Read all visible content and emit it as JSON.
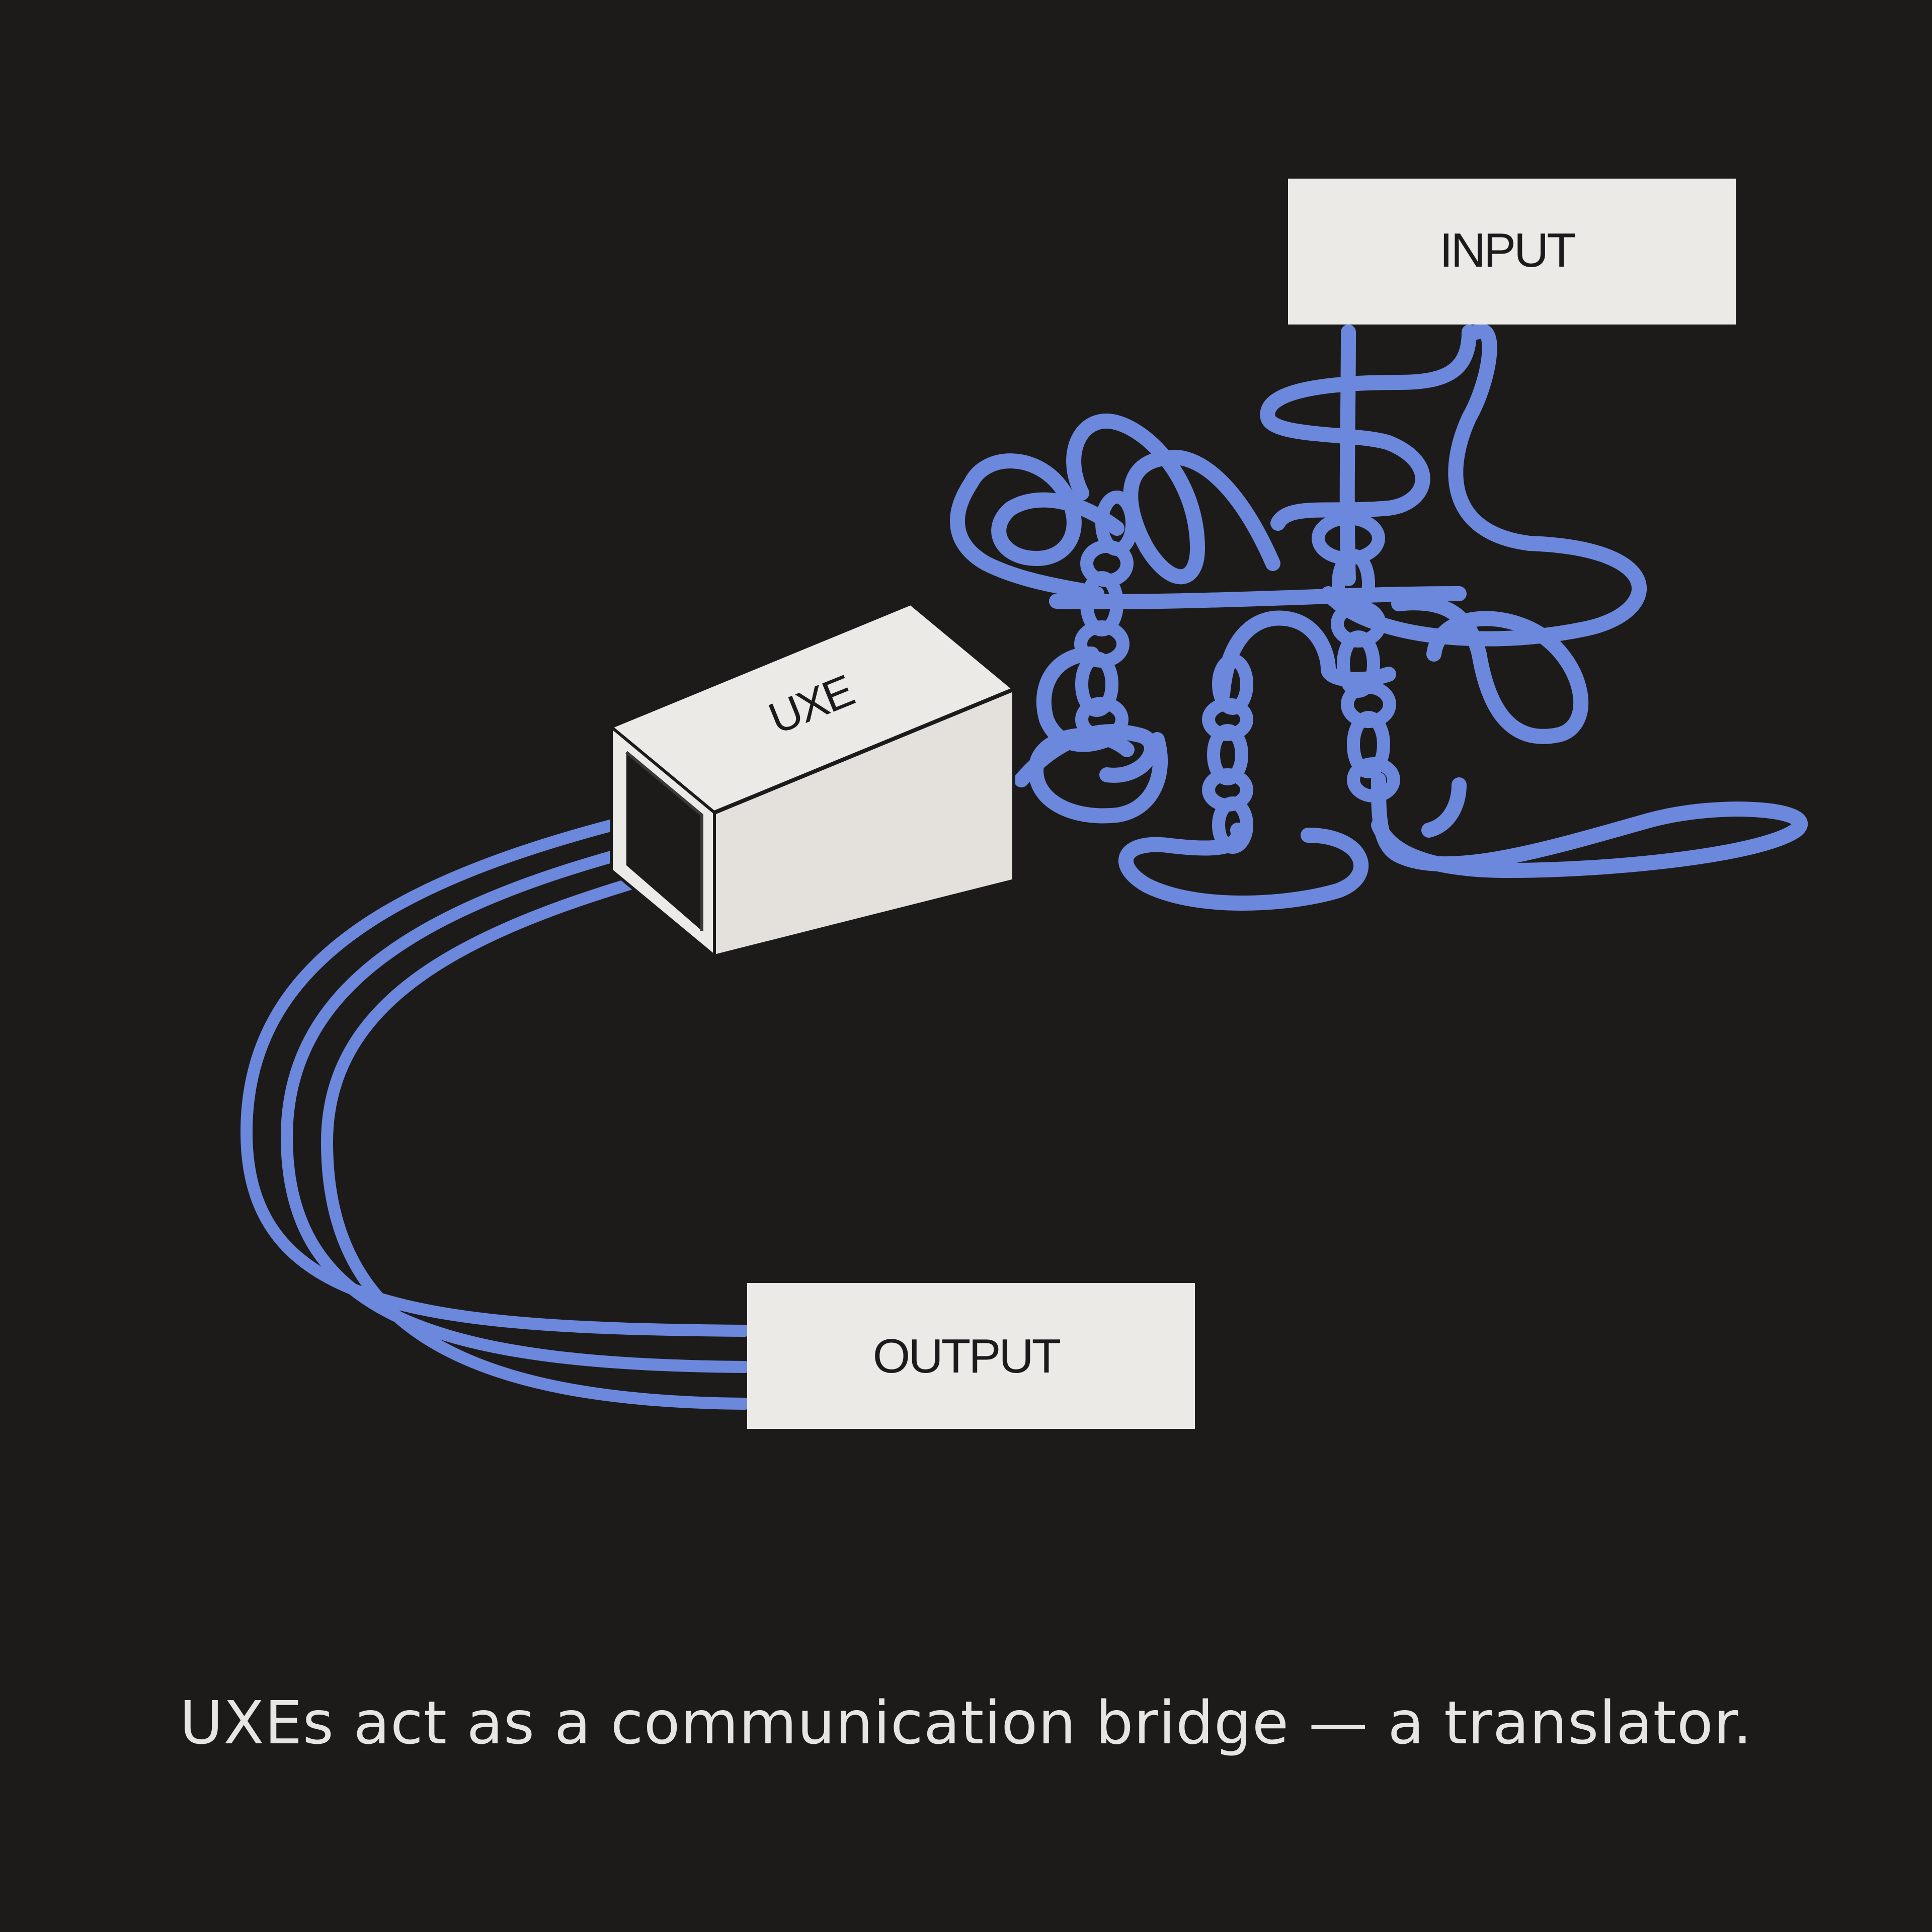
{
  "diagram": {
    "input_label": "INPUT",
    "uxe_label": "UXE",
    "output_label": "OUTPUT",
    "caption": "UXEs act as a communication bridge — a translator."
  },
  "colors": {
    "background": "#1d1b1a",
    "wire": "#6c88dd",
    "box_fill": "#eceae7",
    "box_text": "#1b1b1b",
    "caption_text": "#e7e5e2"
  }
}
